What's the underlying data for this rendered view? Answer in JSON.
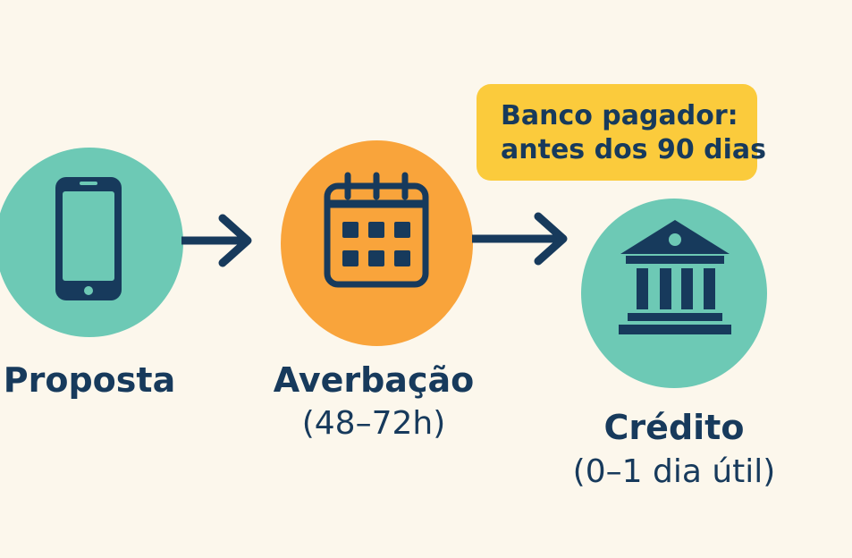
{
  "colors": {
    "background": "#fcf7ec",
    "teal": "#6dc9b5",
    "orange": "#f9a43b",
    "yellow": "#fbcb3c",
    "navy": "#173a5c"
  },
  "steps": [
    {
      "label": "Proposta",
      "sub": "",
      "icon": "smartphone-icon",
      "circle_color": "#6dc9b5"
    },
    {
      "label": "Averbação",
      "sub": "(48–72h)",
      "icon": "calendar-icon",
      "circle_color": "#f9a43b"
    },
    {
      "label": "Crédito",
      "sub": "(0–1 dia útil)",
      "icon": "bank-icon",
      "circle_color": "#6dc9b5"
    }
  ],
  "note": {
    "line1": "Banco pagador:",
    "line2": "antes dos 90 dias",
    "color": "#fbcb3c"
  }
}
